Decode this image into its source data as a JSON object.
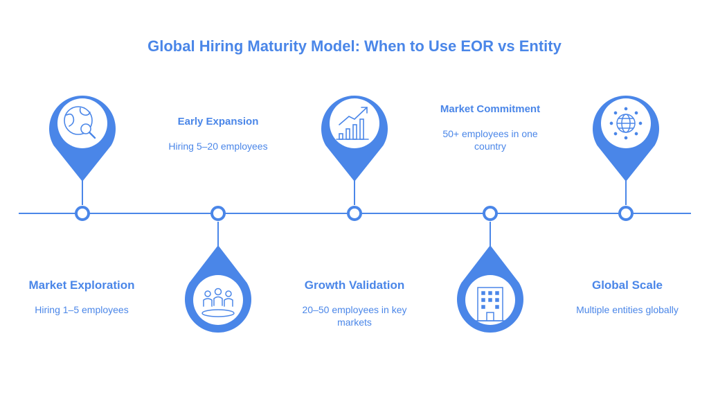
{
  "title": "Global Hiring Maturity Model: When to Use EOR vs Entity",
  "stages": [
    {
      "name": "Market Exploration",
      "description": "Hiring 1–5 employees",
      "icon": "globe-search-icon",
      "pin_position": "above"
    },
    {
      "name": "Early Expansion",
      "description": "Hiring 5–20 employees",
      "icon": "team-people-icon",
      "pin_position": "below"
    },
    {
      "name": "Growth Validation",
      "description": "20–50 employees in key markets",
      "icon": "growth-chart-icon",
      "pin_position": "above"
    },
    {
      "name": "Market Commitment",
      "description": "50+ employees in one country",
      "icon": "office-building-icon",
      "pin_position": "below"
    },
    {
      "name": "Global Scale",
      "description": "Multiple entities globally",
      "icon": "globe-network-icon",
      "pin_position": "above"
    }
  ],
  "colors": {
    "primary": "#4a86e8",
    "line": "#4a86e8",
    "background": "#ffffff"
  }
}
